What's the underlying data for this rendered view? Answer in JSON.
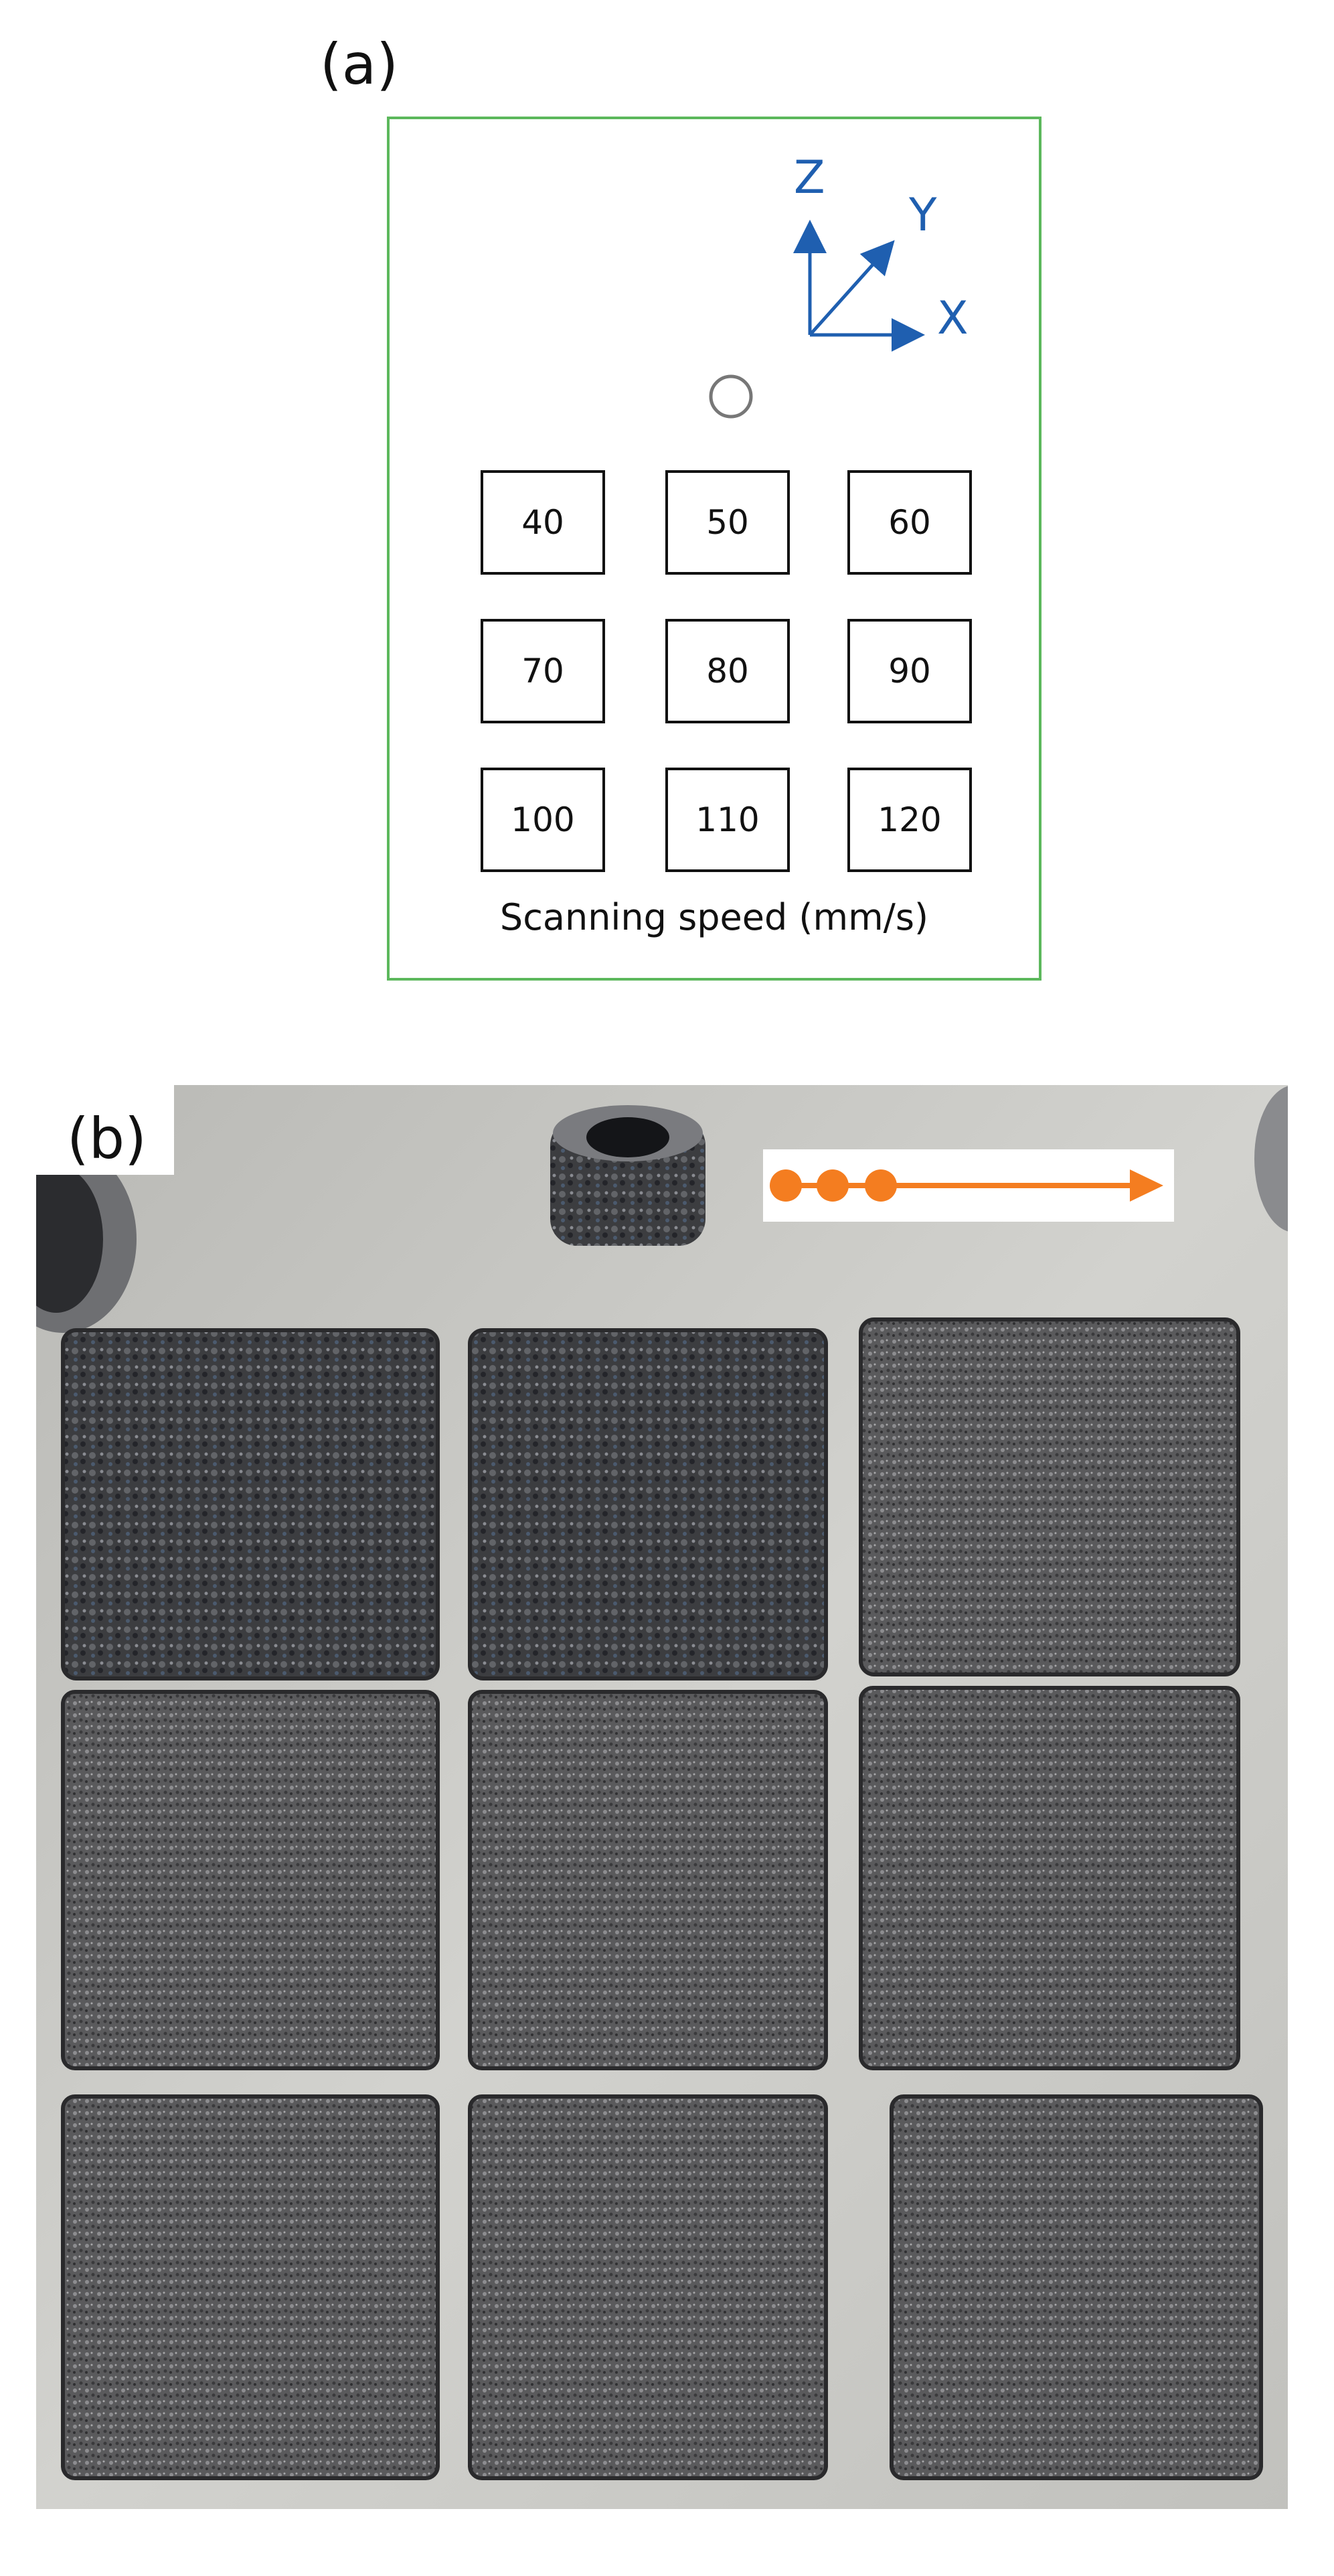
{
  "panel_a": {
    "label": "(a)",
    "axes": {
      "z": "Z",
      "y": "Y",
      "x": "X"
    },
    "speed_grid": [
      [
        "40",
        "50",
        "60"
      ],
      [
        "70",
        "80",
        "90"
      ],
      [
        "100",
        "110",
        "120"
      ]
    ],
    "caption": "Scanning speed (mm/s)"
  },
  "panel_b": {
    "label": "(b)"
  },
  "colors": {
    "frame_green": "#5cb85c",
    "axis_blue": "#1f5fb0",
    "arrow_orange": "#f47d20",
    "plate_grey": "#c8c8c4",
    "sample_dark": "#4a4a4c"
  }
}
